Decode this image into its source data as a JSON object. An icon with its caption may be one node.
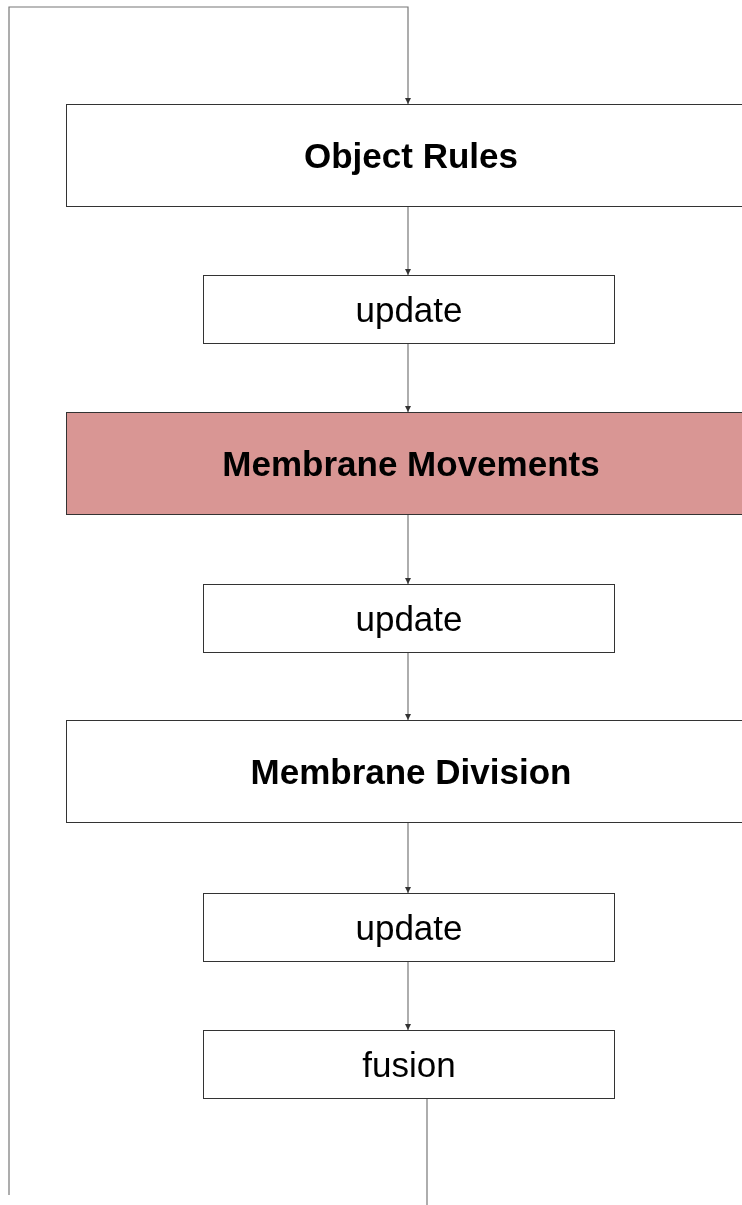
{
  "diagram": {
    "nodes": [
      {
        "text": [
          "Object Rules"
        ]
      },
      {
        "text": [
          "update"
        ]
      },
      {
        "text": [
          "Membrane Movements"
        ]
      },
      {
        "text": [
          "update"
        ]
      },
      {
        "text": [
          "Membrane Division"
        ]
      },
      {
        "text": [
          "update"
        ]
      },
      {
        "text": [
          "fusion"
        ]
      }
    ],
    "edges": [
      {
        "from": 0,
        "to": 1,
        "arrow": "to"
      },
      {
        "from": 1,
        "to": 2,
        "arrow": "to"
      },
      {
        "from": 2,
        "to": 3,
        "arrow": "to"
      },
      {
        "from": 3,
        "to": 4,
        "arrow": "to"
      },
      {
        "from": 4,
        "to": 5,
        "arrow": "to"
      },
      {
        "from": 5,
        "to": 6,
        "arrow": "to"
      },
      {
        "from": 6,
        "to": null,
        "arrow": "none"
      },
      {
        "from": null,
        "to": 0,
        "arrow": "to"
      }
    ]
  }
}
